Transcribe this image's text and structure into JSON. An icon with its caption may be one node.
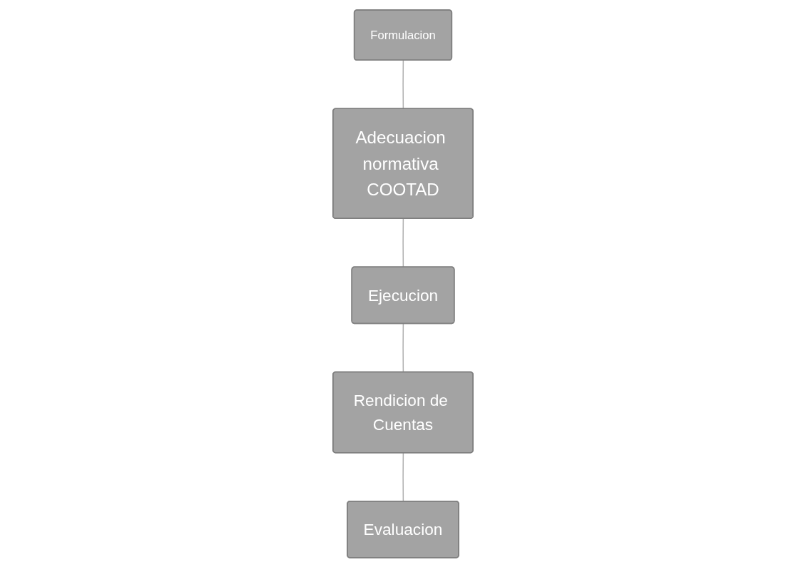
{
  "diagram": {
    "nodes": [
      {
        "text": [
          "Adecuacion normativa COOTAD"
        ]
      },
      {
        "text": [
          "Formulacion"
        ]
      },
      {
        "text": [
          "Ejecucion"
        ]
      },
      {
        "text": [
          "Evaluacion"
        ]
      },
      {
        "text": [
          "Rendicion de Cuentas"
        ]
      }
    ],
    "edges": [
      {
        "from": 1,
        "to": 0,
        "arrow": "none"
      },
      {
        "from": 0,
        "to": 2,
        "arrow": "none"
      },
      {
        "from": 2,
        "to": 4,
        "arrow": "none"
      },
      {
        "from": 4,
        "to": 3,
        "arrow": "none"
      }
    ]
  }
}
